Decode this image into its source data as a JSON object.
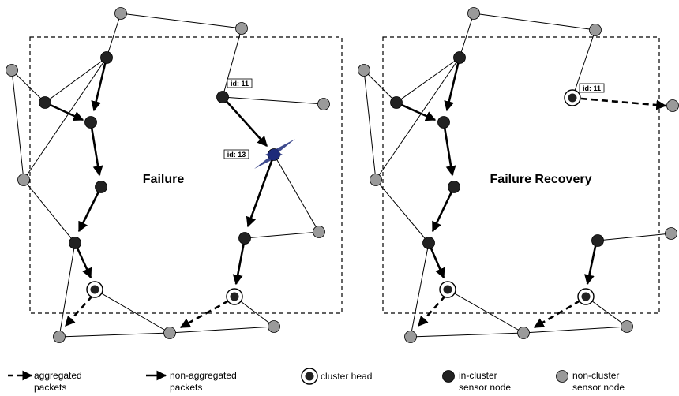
{
  "panels": [
    {
      "title": "Failure",
      "id_labels": [
        "id: 11",
        "id: 13"
      ]
    },
    {
      "title": "Failure Recovery",
      "id_labels": [
        "id: 11"
      ]
    }
  ],
  "legend": {
    "aggregated": {
      "line1": "aggregated",
      "line2": "packets"
    },
    "non_aggregated": {
      "line1": "non-aggregated",
      "line2": "packets"
    },
    "cluster_head": {
      "line1": "cluster head"
    },
    "in_cluster": {
      "line1": "in-cluster",
      "line2": "sensor node"
    },
    "non_cluster": {
      "line1": "non-cluster",
      "line2": "sensor node"
    }
  },
  "colors": {
    "in_cluster_node": "#222222",
    "non_cluster_node": "#9a9a9a",
    "cluster_head_ring": "#ffffff",
    "failure_marker": "#1d2b7a"
  }
}
